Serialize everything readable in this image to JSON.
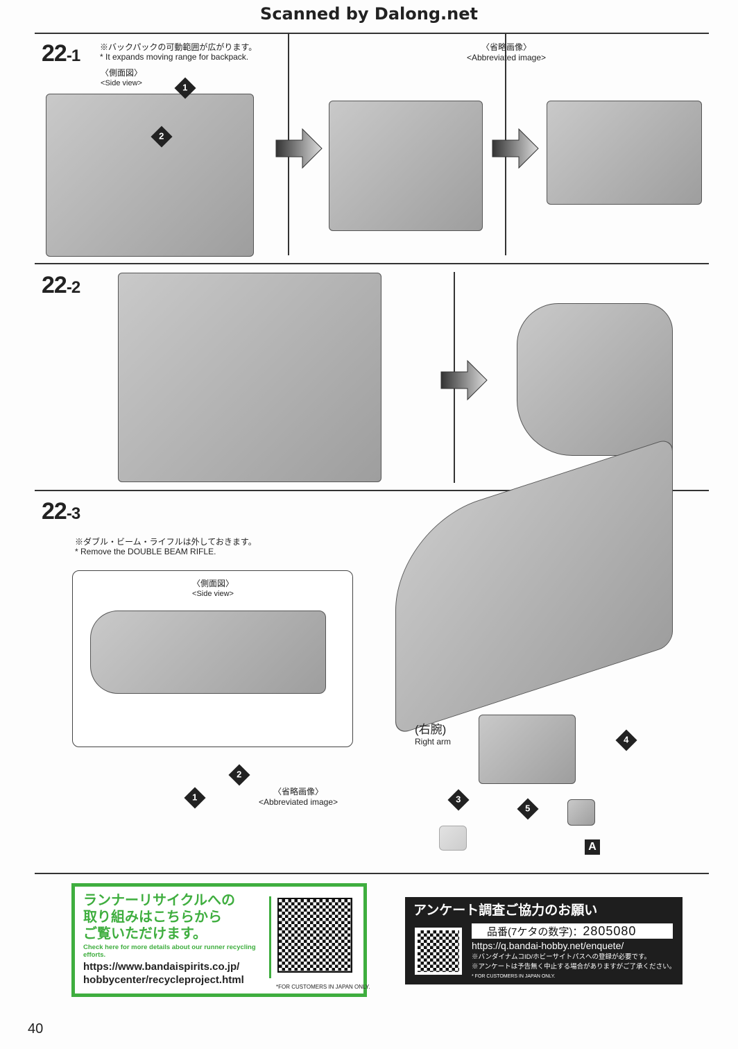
{
  "header": {
    "title": "Scanned by Dalong.net"
  },
  "step_22_1": {
    "number": "22",
    "sub": "-1",
    "note_jp": "※バックパックの可動範囲が広がります。",
    "note_en": "* It expands moving range for backpack.",
    "side_view_jp": "〈側面図〉",
    "side_view_en": "<Side view>",
    "abbrev_jp": "〈省略画像〉",
    "abbrev_en": "<Abbreviated image>",
    "marks": [
      "1",
      "2"
    ]
  },
  "step_22_2": {
    "number": "22",
    "sub": "-2"
  },
  "step_22_3": {
    "number": "22",
    "sub": "-3",
    "note_jp": "※ダブル・ビーム・ライフルは外しておきます。",
    "note_en": "* Remove the DOUBLE BEAM RIFLE.",
    "side_view_jp": "〈側面図〉",
    "side_view_en": "<Side view>",
    "abbrev_jp": "〈省略画像〉",
    "abbrev_en": "<Abbreviated image>",
    "right_arm_jp": "(右腕)",
    "right_arm_en": "Right arm",
    "marks": [
      "1",
      "2",
      "3",
      "4",
      "5"
    ],
    "part_label": "A"
  },
  "recycle": {
    "line1": "ランナーリサイクルへの",
    "line2": "取り組みはこちらから",
    "line3": "ご覧いただけます。",
    "en": "Check here for more details about our runner recycling efforts.",
    "url1": "https://www.bandaispirits.co.jp/",
    "url2": "hobbycenter/recycleproject.html",
    "japan_only": "*FOR CUSTOMERS IN JAPAN ONLY."
  },
  "survey": {
    "title": "アンケート調査ご協力のお願い",
    "code_label": "品番(7ケタの数字)：",
    "code": "2805080",
    "url": "https://q.bandai-hobby.net/enquete/",
    "note1": "※バンダイナムコID/ホビーサイトパスへの登録が必要です。",
    "note2": "※アンケートは予告無く中止する場合がありますがご了承ください。",
    "note3": "* FOR CUSTOMERS IN JAPAN ONLY."
  },
  "page_number": "40"
}
